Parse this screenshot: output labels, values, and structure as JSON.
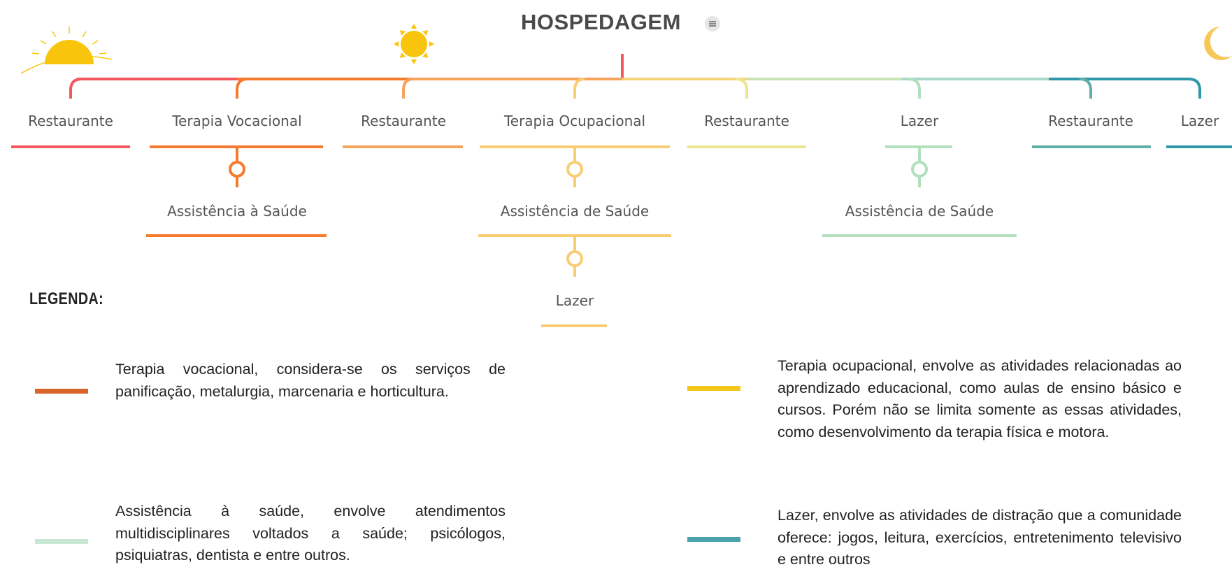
{
  "title": "HOSPEDAGEM",
  "icons": {
    "sunrise": "sunrise-icon",
    "sun": "sun-icon",
    "moon": "moon-icon",
    "note": "note-icon"
  },
  "colors": {
    "red": "#f4585e",
    "orange": "#f57b2e",
    "light_orange": "#f7a35c",
    "yellow": "#f9cd73",
    "pale_yellow": "#ece594",
    "mint": "#b2dfbd",
    "teal": "#5faea8",
    "dark_teal": "#2e98a8"
  },
  "branches": [
    {
      "label": "Restaurante",
      "color": "#f4585e"
    },
    {
      "label": "Terapia Vocacional",
      "color": "#f57b2e",
      "children": [
        "Assistência à Saúde"
      ]
    },
    {
      "label": "Restaurante",
      "color": "#f7a35c"
    },
    {
      "label": "Terapia Ocupacional",
      "color": "#f9cd73",
      "children": [
        "Assistência de Saúde",
        "Lazer"
      ]
    },
    {
      "label": "Restaurante",
      "color": "#ece594"
    },
    {
      "label": "Lazer",
      "color": "#b2dfbd",
      "children": [
        "Assistência de Saúde"
      ]
    },
    {
      "label": "Restaurante",
      "color": "#5faea8"
    },
    {
      "label": "Lazer",
      "color": "#2e98a8"
    }
  ],
  "legend": {
    "title": "LEGENDA:",
    "items": [
      {
        "color": "#d9652a",
        "text": "Terapia vocacional, considera-se os serviços de panificação, metalurgia, marcenaria e horticultura."
      },
      {
        "color": "#f5c518",
        "text": "Terapia ocupacional, envolve as atividades relacionadas ao aprendizado educacional, como aulas de ensino básico e cursos. Porém não se limita somente as essas atividades, como desenvolvimento da terapia física e motora."
      },
      {
        "color": "#c9e8d4",
        "text": "Assistência à saúde, envolve atendimentos multidisciplinares voltados a saúde; psicólogos, psiquiatras, dentista e entre outros."
      },
      {
        "color": "#4aa3ac",
        "text": "Lazer, envolve as atividades de distração que a comunidade oferece: jogos, leitura, exercícios, entretenimento televisivo e entre outros"
      }
    ]
  }
}
